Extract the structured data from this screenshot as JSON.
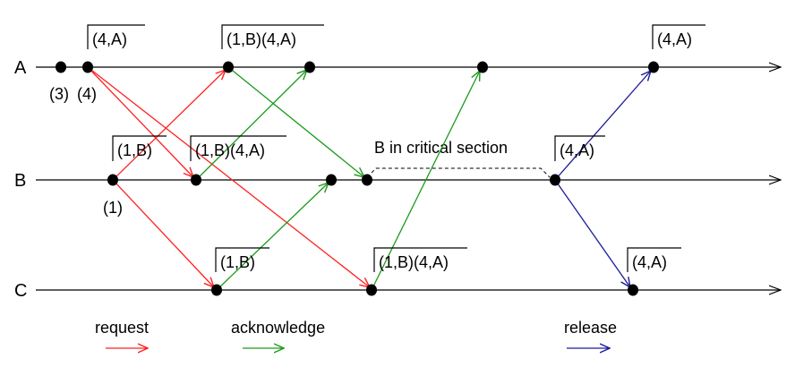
{
  "processes": [
    {
      "id": "A",
      "label": "A"
    },
    {
      "id": "B",
      "label": "B"
    },
    {
      "id": "C",
      "label": "C"
    }
  ],
  "queue_boxes": [
    {
      "process": "A",
      "text": "(4,A)"
    },
    {
      "process": "A",
      "text": "(1,B)(4,A)"
    },
    {
      "process": "A",
      "text": "(4,A)"
    },
    {
      "process": "B",
      "text": "(1,B)"
    },
    {
      "process": "B",
      "text": "(1,B)(4,A)"
    },
    {
      "process": "B",
      "text": "(4,A)"
    },
    {
      "process": "C",
      "text": "(1,B)"
    },
    {
      "process": "C",
      "text": "(1,B)(4,A)"
    },
    {
      "process": "C",
      "text": "(4,A)"
    }
  ],
  "event_labels": [
    {
      "process": "A",
      "text": "(3)"
    },
    {
      "process": "A",
      "text": "(4)"
    },
    {
      "process": "B",
      "text": "(1)"
    }
  ],
  "critical_section": {
    "process": "B",
    "text": "B in critical section"
  },
  "messages": [
    {
      "type": "request",
      "from": "A",
      "to": "B"
    },
    {
      "type": "request",
      "from": "A",
      "to": "C"
    },
    {
      "type": "request",
      "from": "B",
      "to": "A"
    },
    {
      "type": "request",
      "from": "B",
      "to": "C"
    },
    {
      "type": "acknowledge",
      "from": "B",
      "to": "A"
    },
    {
      "type": "acknowledge",
      "from": "A",
      "to": "B"
    },
    {
      "type": "acknowledge",
      "from": "C",
      "to": "B"
    },
    {
      "type": "acknowledge",
      "from": "C",
      "to": "A"
    },
    {
      "type": "release",
      "from": "B",
      "to": "A"
    },
    {
      "type": "release",
      "from": "B",
      "to": "C"
    }
  ],
  "legend": [
    {
      "type": "request",
      "label": "request",
      "color": "#ff2020"
    },
    {
      "type": "acknowledge",
      "label": "acknowledge",
      "color": "#1a9a1a"
    },
    {
      "type": "release",
      "label": "release",
      "color": "#1a1a9a"
    }
  ]
}
